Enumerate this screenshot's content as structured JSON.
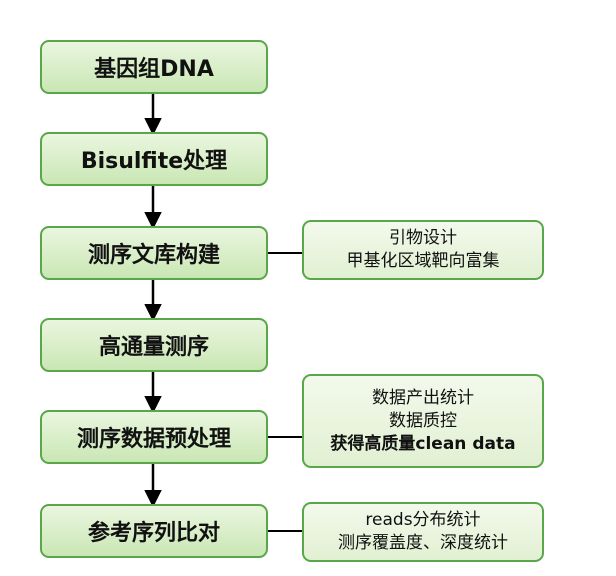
{
  "steps": [
    "基因组DNA",
    "Bisulfite处理",
    "测序文库构建",
    "高通量测序",
    "测序数据预处理",
    "参考序列比对"
  ],
  "notes": {
    "library": [
      "引物设计",
      "甲基化区域靶向富集"
    ],
    "preprocess": [
      "数据产出统计",
      "数据质控",
      "获得高质量clean data"
    ],
    "alignment": [
      "reads分布统计",
      "测序覆盖度、深度统计"
    ]
  },
  "colors": {
    "border": "#5aa64b",
    "fill_top": "#eaf6df",
    "fill_bottom": "#c9e7b4"
  }
}
